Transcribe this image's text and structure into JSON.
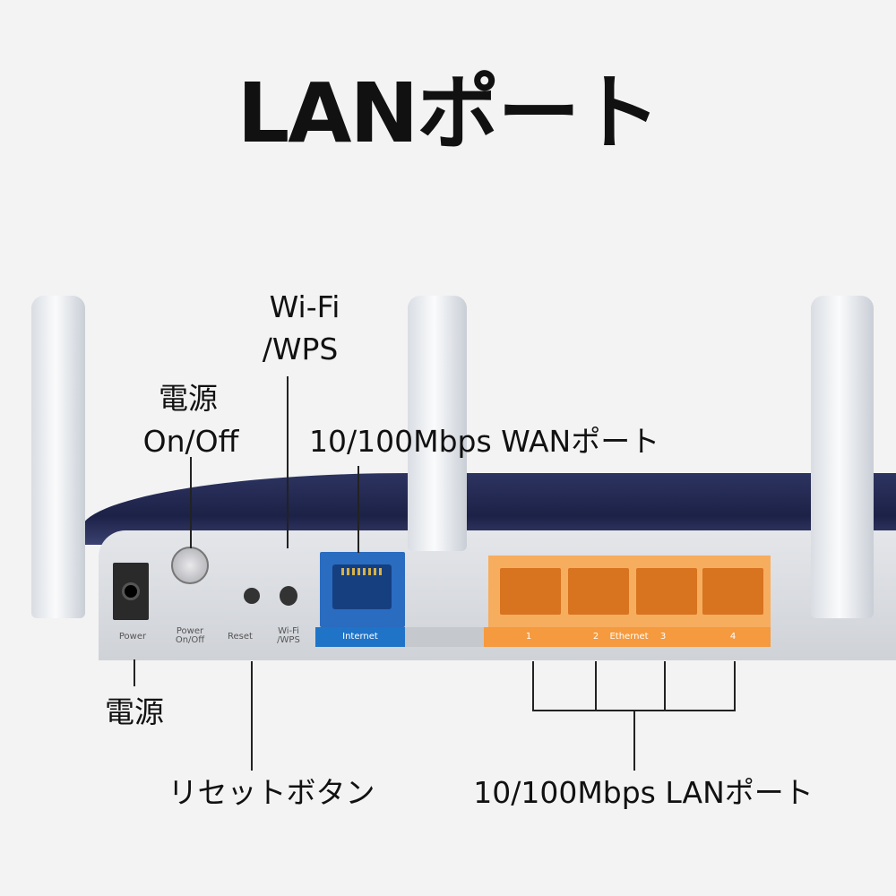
{
  "title": "LANポート",
  "callouts": {
    "wifi_line1": "Wi-Fi",
    "wifi_line2": "/WPS",
    "power_switch_line1": "電源",
    "power_switch_line2": "On/Off",
    "wan": "10/100Mbps WANポート",
    "power": "電源",
    "reset": "リセットボタン",
    "lan": "10/100Mbps LANポート"
  },
  "panel_labels": {
    "power": "Power",
    "power_onoff_1": "Power",
    "power_onoff_2": "On/Off",
    "reset": "Reset",
    "wps_1": "Wi-Fi",
    "wps_2": "/WPS",
    "internet": "Internet",
    "lan_ports": [
      "1",
      "2",
      "3",
      "4"
    ],
    "ethernet": "Ethernet"
  },
  "colors": {
    "wan": "#1d6fc4",
    "lan": "#f5a04a",
    "body": "#1c2147"
  }
}
